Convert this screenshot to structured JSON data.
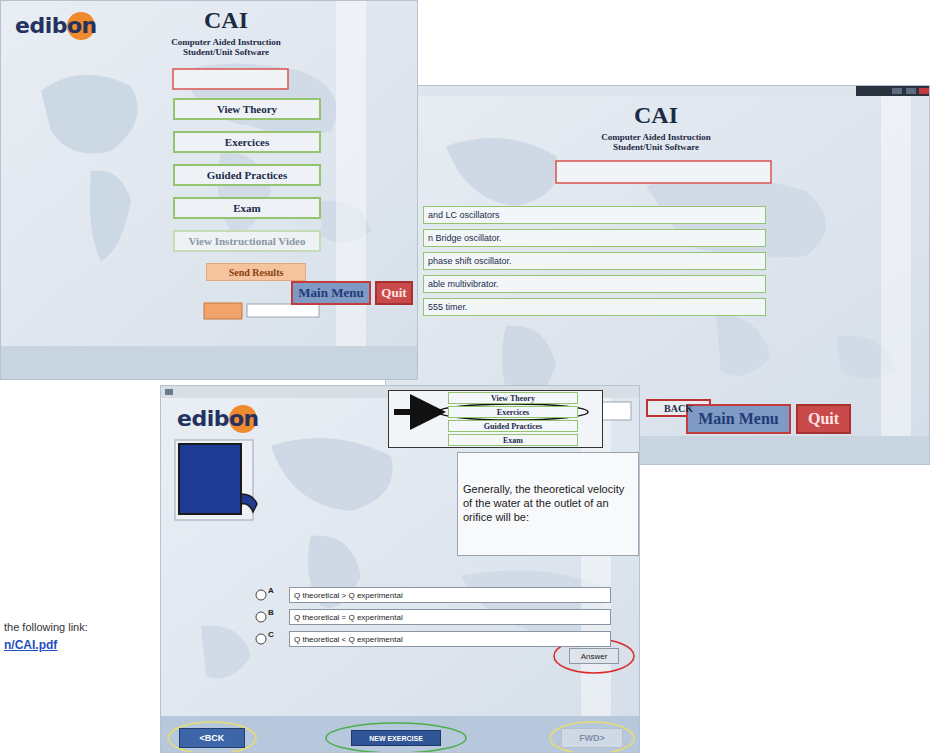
{
  "diagram": {
    "nodes": [
      {
        "text": [
          "edibon",
          "CAI",
          "Computer Aided Instruction Student/Unit Software"
        ]
      },
      {
        "text": [
          "View Theory"
        ],
        "in": 0
      },
      {
        "text": [
          "Exercices"
        ],
        "in": 0
      },
      {
        "text": [
          "Guided Practices"
        ],
        "in": 0
      },
      {
        "text": [
          "Exam"
        ],
        "in": 0
      },
      {
        "text": [
          "View Instructional Video"
        ],
        "in": 0
      },
      {
        "text": [
          "Send Results"
        ],
        "in": 0
      },
      {
        "text": [
          "Main Menu"
        ],
        "in": 0
      },
      {
        "text": [
          "Quit"
        ],
        "in": 0
      },
      {
        "text": [
          "CAI",
          "Computer Aided Instruction Student/Unit Software"
        ]
      },
      {
        "text": [
          "and LC oscillators"
        ],
        "in": 9
      },
      {
        "text": [
          "n Bridge oscillator."
        ],
        "in": 9
      },
      {
        "text": [
          "phase shift oscillator."
        ],
        "in": 9
      },
      {
        "text": [
          "able multivibrator."
        ],
        "in": 9
      },
      {
        "text": [
          "555 timer."
        ],
        "in": 9
      },
      {
        "text": [
          "BACK"
        ],
        "in": 9
      },
      {
        "text": [
          "Main Menu"
        ],
        "in": 9
      },
      {
        "text": [
          "Quit"
        ],
        "in": 9
      },
      {
        "text": [
          "View Theory"
        ]
      },
      {
        "text": [
          "Exercices"
        ]
      },
      {
        "text": [
          "Guided Practices"
        ]
      },
      {
        "text": [
          "Exam"
        ]
      },
      {
        "text": [
          "edibon"
        ]
      },
      {
        "text": [
          "Generally, the theoretical velocity of the water at the outlet of an orifice will be:"
        ],
        "in": 22
      },
      {
        "text": [
          "Q theoretical > Q experimental"
        ],
        "in": 22
      },
      {
        "text": [
          "Q theoretical = Q experimental"
        ],
        "in": 22
      },
      {
        "text": [
          "Q theoretical < Q experimental"
        ],
        "in": 22
      },
      {
        "text": [
          "Answer"
        ],
        "in": 22
      },
      {
        "text": [
          "<BCK"
        ],
        "in": 22
      },
      {
        "text": [
          "NEW EXERCISE"
        ],
        "in": 22
      },
      {
        "text": [
          "FWD>"
        ],
        "in": 22
      }
    ],
    "labels": [
      "A",
      "B",
      "C",
      "the following link:",
      "n/CAI.pdf"
    ]
  }
}
